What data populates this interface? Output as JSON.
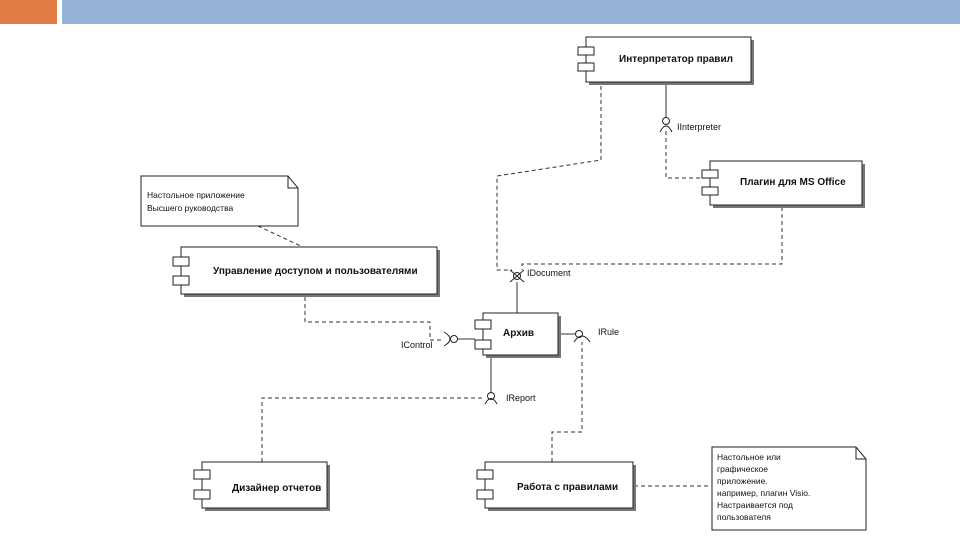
{
  "components": {
    "interpreter": "Интерпретатор правил",
    "plugin": "Плагин для MS Office",
    "access": "Управление доступом и пользователями",
    "archive": "Архив",
    "reports": "Дизайнер отчетов",
    "rules": "Работа с правилами"
  },
  "interfaces": {
    "iinterpreter": "IInterpreter",
    "idocument": "IDocument",
    "irule": "IRule",
    "icontrol": "IControl",
    "ireport": "IReport"
  },
  "notes": {
    "management": [
      "Настольное приложение",
      "Высшего руководства"
    ],
    "graphic": [
      "Настольное или",
      "графическое",
      "приложение.",
      "например, плагин Visio.",
      "Настраивается под",
      "пользователя"
    ]
  }
}
